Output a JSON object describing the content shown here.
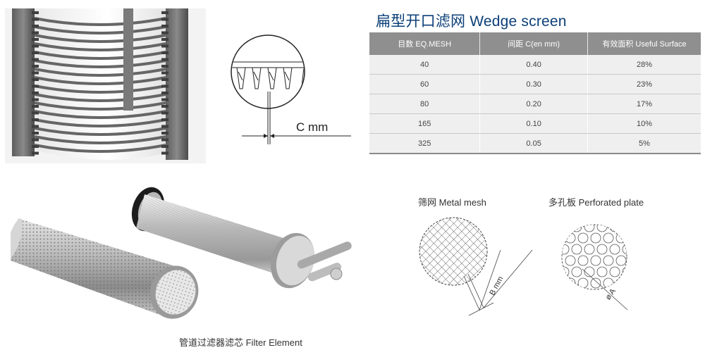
{
  "wedge": {
    "title": "扁型开口滤网 Wedge screen",
    "gap_label": "C mm"
  },
  "table": {
    "headers": [
      "目数 EQ.MESH",
      "间距 C(en mm)",
      "有效面积 Useful Surface"
    ],
    "rows": [
      [
        "40",
        "0.40",
        "28%"
      ],
      [
        "60",
        "0.30",
        "23%"
      ],
      [
        "80",
        "0.20",
        "17%"
      ],
      [
        "165",
        "0.10",
        "10%"
      ],
      [
        "325",
        "0.05",
        "5%"
      ]
    ]
  },
  "filter": {
    "caption": "管道过滤器滤芯 Filter Element"
  },
  "mesh": {
    "metal_label": "筛网 Metal mesh",
    "metal_dim": "B mm",
    "perf_label": "多孔板 Perforated plate",
    "perf_dim": "ø A"
  },
  "colors": {
    "title_blue": "#0c3f78",
    "header_gray": "#8f8f8f",
    "row_gray": "#efefef"
  }
}
